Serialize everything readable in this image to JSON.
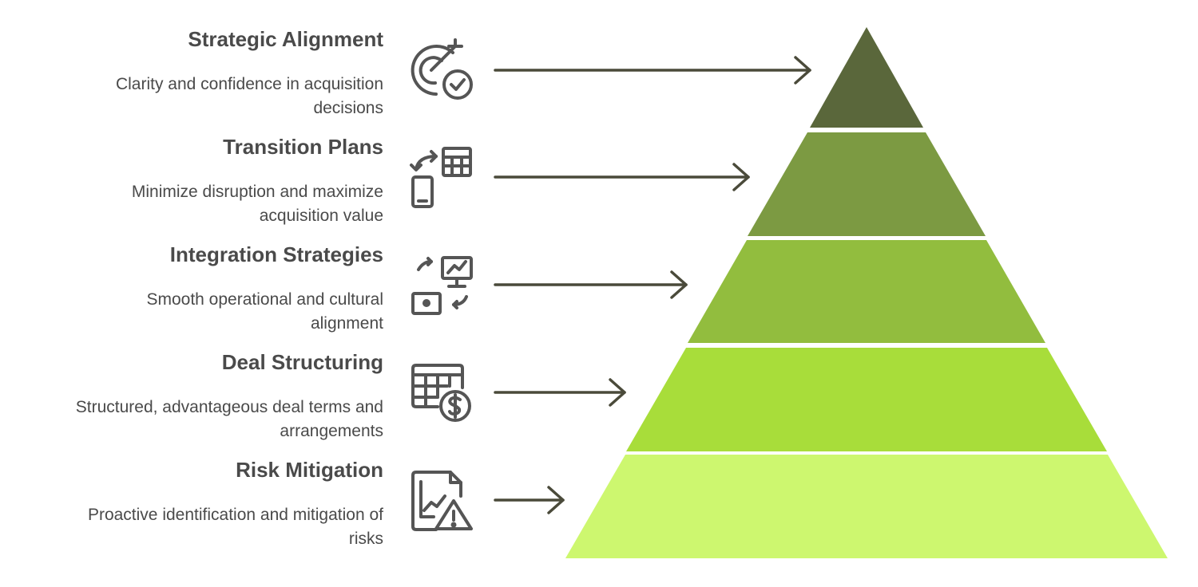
{
  "levels": [
    {
      "title": "Strategic Alignment",
      "description_lines": [
        "Clarity and confidence in acquisition",
        "decisions"
      ],
      "icon": "target-check-icon",
      "color": "#5a673b"
    },
    {
      "title": "Transition Plans",
      "description_lines": [
        "Minimize disruption and maximize",
        "acquisition value"
      ],
      "icon": "device-transition-icon",
      "color": "#7c9a42"
    },
    {
      "title": "Integration Strategies",
      "description_lines": [
        "Smooth operational and cultural",
        "alignment"
      ],
      "icon": "integration-monitor-icon",
      "color": "#92bd3e"
    },
    {
      "title": "Deal Structuring",
      "description_lines": [
        "Structured, advantageous deal terms and",
        "arrangements"
      ],
      "icon": "spreadsheet-dollar-icon",
      "color": "#a8dd3a"
    },
    {
      "title": "Risk Mitigation",
      "description_lines": [
        "Proactive identification and mitigation of",
        "risks"
      ],
      "icon": "chart-warning-icon",
      "color": "#cdf76f"
    }
  ],
  "colors": {
    "text": "#4a4a4a",
    "arrow": "#4a4a3a",
    "icon_stroke": "#555555"
  }
}
